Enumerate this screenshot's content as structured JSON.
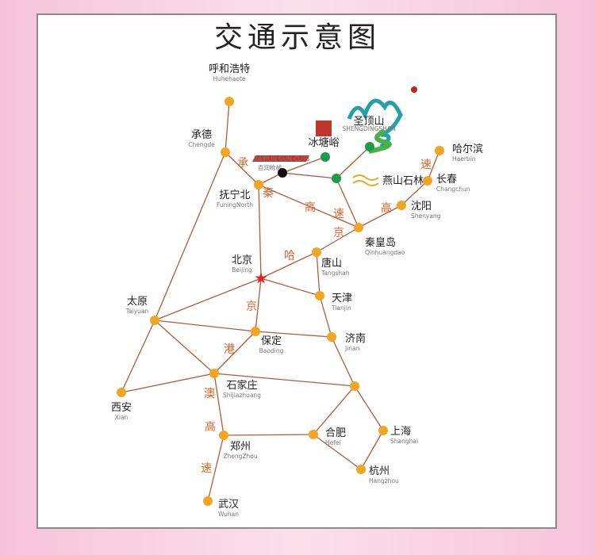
{
  "title": "交通示意图",
  "colors": {
    "node": "#f0a623",
    "edge": "#b35a3c",
    "scenic": "#1e9a4a",
    "road_label": "#e0642a",
    "capital": "#e52020",
    "background": "#f7c9dc"
  },
  "cities": [
    {
      "id": "huhehaote",
      "cn": "呼和浩特",
      "en": "Huhehaote"
    },
    {
      "id": "chengde",
      "cn": "承德",
      "en": "Chengde"
    },
    {
      "id": "funing",
      "cn": "抚宁北",
      "en": "FuningNorth"
    },
    {
      "id": "qinhuangdao",
      "cn": "秦皇岛",
      "en": "Qinhuangdao"
    },
    {
      "id": "shenyang",
      "cn": "沈阳",
      "en": "Shenyang"
    },
    {
      "id": "changchun",
      "cn": "长春",
      "en": "Changchun"
    },
    {
      "id": "haerbin",
      "cn": "哈尔滨",
      "en": "Haerbin"
    },
    {
      "id": "tangshan",
      "cn": "唐山",
      "en": "Tangshan"
    },
    {
      "id": "beijing",
      "cn": "北京",
      "en": "Beijing"
    },
    {
      "id": "tianjin",
      "cn": "天津",
      "en": "Tianjin"
    },
    {
      "id": "taiyuan",
      "cn": "太原",
      "en": "Taiyuan"
    },
    {
      "id": "baoding",
      "cn": "保定",
      "en": "Baoding"
    },
    {
      "id": "jinan",
      "cn": "济南",
      "en": "Jinan"
    },
    {
      "id": "shijiazhuang",
      "cn": "石家庄",
      "en": "Shijiazhuang"
    },
    {
      "id": "xian",
      "cn": "西安",
      "en": "Xian"
    },
    {
      "id": "shanghai",
      "cn": "上海",
      "en": "Shanghai"
    },
    {
      "id": "hefei",
      "cn": "合肥",
      "en": "Hefei"
    },
    {
      "id": "zhengzhou",
      "cn": "郑州",
      "en": "ZhengZhou"
    },
    {
      "id": "hangzhou",
      "cn": "杭州",
      "en": "Hangzhou"
    },
    {
      "id": "wuhan",
      "cn": "武汉",
      "en": "Wuhan"
    }
  ],
  "scenic_spots": [
    {
      "id": "gunclub",
      "label": "BAIRUN GUN CLUB",
      "sub": "百润枪械"
    },
    {
      "id": "bingtangyu",
      "label": "冰塘峪"
    },
    {
      "id": "shengdingshan",
      "label": "圣顶山",
      "sub": "SHENGDINGSHAN"
    },
    {
      "id": "yanshan",
      "label": "燕山石林"
    }
  ],
  "edges": [
    [
      "huhehaote",
      "chengde"
    ],
    [
      "chengde",
      "funing"
    ],
    [
      "chengde",
      "taiyuan"
    ],
    [
      "taiyuan",
      "xian"
    ],
    [
      "xian",
      "shijiazhuang"
    ],
    [
      "taiyuan",
      "beijing"
    ],
    [
      "taiyuan",
      "baoding"
    ],
    [
      "taiyuan",
      "shijiazhuang"
    ],
    [
      "funing",
      "beijing"
    ],
    [
      "beijing",
      "tangshan"
    ],
    [
      "beijing",
      "tianjin"
    ],
    [
      "beijing",
      "baoding"
    ],
    [
      "tangshan",
      "qinhuangdao"
    ],
    [
      "tangshan",
      "tianjin"
    ],
    [
      "tianjin",
      "jinan"
    ],
    [
      "baoding",
      "jinan"
    ],
    [
      "baoding",
      "shijiazhuang"
    ],
    [
      "shijiazhuang",
      "j2"
    ],
    [
      "jinan",
      "j2"
    ],
    [
      "j2",
      "hefei"
    ],
    [
      "j2",
      "shanghai"
    ],
    [
      "shijiazhuang",
      "zhengzhou"
    ],
    [
      "zhengzhou",
      "hefei"
    ],
    [
      "zhengzhou",
      "wuhan"
    ],
    [
      "hefei",
      "hangzhou"
    ],
    [
      "shanghai",
      "hangzhou"
    ],
    [
      "funing",
      "qinhuangdao"
    ],
    [
      "funing",
      "gunclub"
    ],
    [
      "gunclub",
      "bingtangyu"
    ],
    [
      "gunclub",
      "yanshan"
    ],
    [
      "yanshan",
      "shengdingshan"
    ],
    [
      "yanshan",
      "qinhuangdao"
    ],
    [
      "qinhuangdao",
      "shenyang"
    ],
    [
      "shenyang",
      "changchun"
    ],
    [
      "changchun",
      "haerbin"
    ]
  ],
  "road_labels": {
    "chengqin": [
      "承",
      "秦",
      "高",
      "速"
    ],
    "jingha": [
      "京",
      "哈",
      "高",
      "速"
    ],
    "jinggangao": [
      "京",
      "港",
      "澳",
      "高",
      "速"
    ]
  }
}
